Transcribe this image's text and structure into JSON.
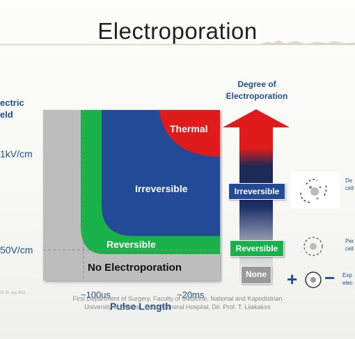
{
  "title": "Electroporation",
  "yaxis": {
    "label_line1": "ectric",
    "label_line2": "eld",
    "tick_high": "1kV/cm",
    "tick_low": "50V/cm"
  },
  "xaxis": {
    "tick_1": "~100us",
    "tick_2": "~20ms",
    "label": "Pulse Length"
  },
  "regions": {
    "thermal": "Thermal",
    "irreversible": "Irreversible",
    "reversible": "Reversible",
    "none": "No Electroporation"
  },
  "degree": {
    "title_line1": "Degree of",
    "title_line2": "Electroporation",
    "irreversible": "Irreversible",
    "reversible": "Reversible",
    "none": "None"
  },
  "side_notes": {
    "irreversible_1": "De",
    "irreversible_2": "cell",
    "reversible_1": "Per",
    "reversible_2": "cell",
    "none_1": "Exp",
    "none_2": "elec"
  },
  "symbols": {
    "plus": "+",
    "minus": "−"
  },
  "date_stamp": "22-26, July 2011",
  "footer": {
    "line1": "First Department of Surgery, Faculty of Medicine, National and Kapodistrian",
    "line2": "University of Athens , Laiko General Hospital, Dir. Prof. T. Liiakakos"
  },
  "colors": {
    "thermal": "#e01b1b",
    "irreversible": "#234a96",
    "reversible": "#19b24a",
    "none": "#bdbdbd",
    "text_blue": "#1f4e8c"
  }
}
